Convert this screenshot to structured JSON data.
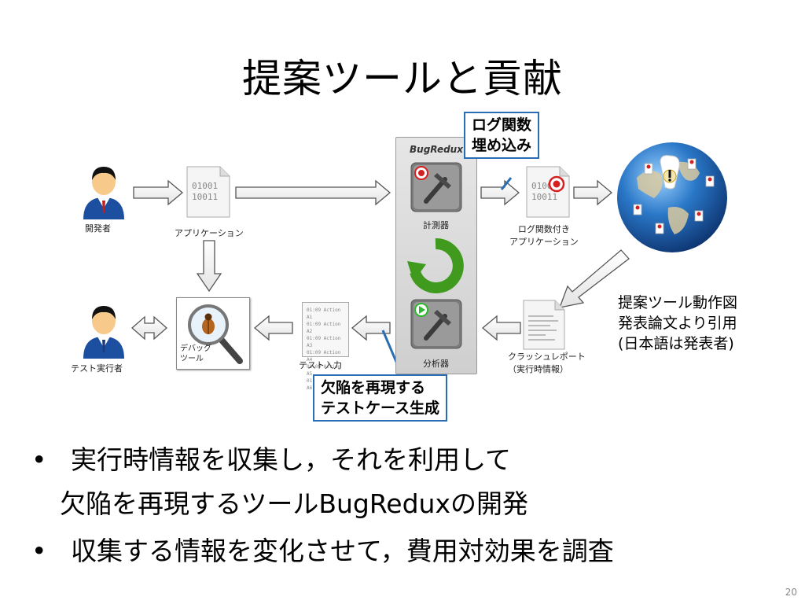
{
  "slide": {
    "title": "提案ツールと貢献",
    "page_number": "20"
  },
  "diagram": {
    "developer_label": "開発者",
    "app_label": "アプリケーション",
    "app_code": [
      "01001",
      "10011"
    ],
    "bugredux_label": "BugRedux",
    "instrumenter_label": "計測器",
    "analyzer_label": "分析器",
    "logged_app_label": [
      "ログ関数付き",
      "アプリケーション"
    ],
    "crash_report_label": [
      "クラッシュレポート",
      "（実行時情報）"
    ],
    "test_input_label": "テスト入力",
    "debug_tool_label": [
      "デバッグ",
      "ツール"
    ],
    "tester_label": "テスト実行者",
    "test_input_lines": [
      "01:09 Action A1",
      "01:09 Action A2",
      "01:09 Action A3",
      "01:09 Action A4",
      "01:09 Action A5",
      "01:09 Action A6"
    ]
  },
  "callouts": {
    "log_embed": [
      "ログ関数",
      "埋め込み"
    ],
    "reproduce": [
      "欠陥を再現する",
      "テストケース生成"
    ]
  },
  "note": [
    "提案ツール動作図",
    "発表論文より引用",
    "(日本語は発表者)"
  ],
  "bullets": [
    {
      "line1": "実行時情報を収集し，それを利用して",
      "line2": "欠陥を再現するツールBugReduxの開発"
    },
    {
      "line1": "収集する情報を変化させて，費用対効果を調査"
    }
  ],
  "colors": {
    "callout_border": "#2a6db3",
    "arrow_fill": "#ffffff",
    "arrow_stroke": "#555555",
    "globe": "#1e5fa8",
    "cycle_arrow": "#3f9a1e",
    "record_red": "#d42020",
    "play_green": "#2db82d"
  }
}
